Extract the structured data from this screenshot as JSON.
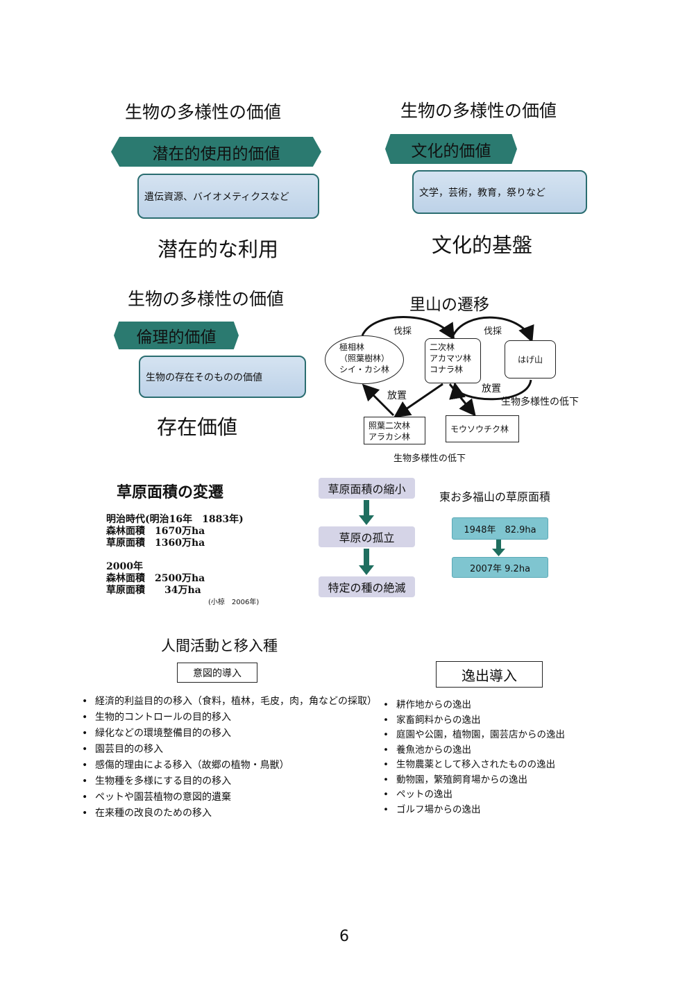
{
  "panels": [
    {
      "title": "生物の多様性の価値",
      "banner": "潜在的使用的価値",
      "box": "遺伝資源、バイオメティクスなど",
      "result": "潜在的な利用"
    },
    {
      "title": "生物の多様性の価値",
      "banner": "文化的価値",
      "box": "文学，芸術，教育，祭りなど",
      "result": "文化的基盤"
    },
    {
      "title": "生物の多様性の価値",
      "banner": "倫理的価値",
      "box": "生物の存在そのものの価値",
      "result": "存在価値"
    }
  ],
  "satoyama": {
    "title": "里山の遷移",
    "climax": [
      "極相林",
      "（照葉樹林）",
      "シイ・カシ林"
    ],
    "secondary": [
      "二次林",
      "アカマツ林",
      "コナラ林"
    ],
    "bald": "はげ山",
    "evergreen_secondary": [
      "照葉二次林",
      "アラカシ林"
    ],
    "bamboo": "モウソウチク林",
    "cut1": "伐採",
    "cut2": "伐採",
    "leave1": "放置",
    "leave2": "放置",
    "decline_right": "生物多様性の低下",
    "decline_bottom": "生物多様性の低下"
  },
  "grassland": {
    "title": "草原面積の変遷",
    "lines": [
      "明治時代(明治16年　1883年)",
      "森林面積　1670万ha",
      "草原面積　1360万ha",
      "",
      "2000年",
      "森林面積　2500万ha",
      "草原面積　　34万ha"
    ],
    "source": "(小椋　2006年)",
    "flow": [
      "草原面積の縮小",
      "草原の孤立",
      "特定の種の絶滅"
    ],
    "higashi_title": "東お多福山の草原面積",
    "higashi": [
      "1948年　82.9ha",
      "2007年 9.2ha"
    ]
  },
  "invasive": {
    "title": "人間活動と移入種",
    "intentional_label": "意図的導入",
    "intentional": [
      "経済的利益目的の移入（食料，植林，毛皮，肉，角などの採取）",
      "生物的コントロールの目的移入",
      "緑化などの環境整備目的の移入",
      "園芸目的の移入",
      "感傷的理由による移入（故郷の植物・鳥獣）",
      "生物種を多様にする目的の移入",
      "ペットや園芸植物の意図的遺棄",
      "在来種の改良のための移入"
    ],
    "escape_label": "逸出導入",
    "escape": [
      "耕作地からの逸出",
      "家畜飼料からの逸出",
      "庭園や公園，植物園，園芸店からの逸出",
      "養魚池からの逸出",
      "生物農薬として移入されたものの逸出",
      "動物園，繁殖飼育場からの逸出",
      "ペットの逸出",
      "ゴルフ場からの逸出"
    ]
  },
  "page_number": "6"
}
